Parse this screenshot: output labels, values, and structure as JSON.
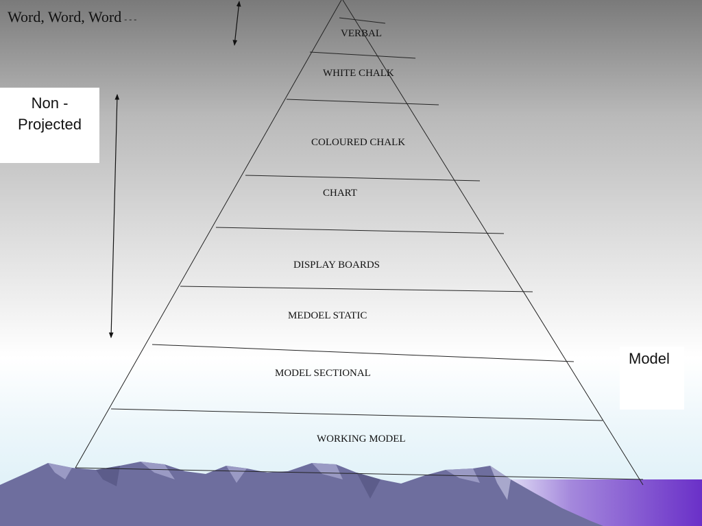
{
  "title": {
    "text": "Word, Word, Word",
    "suffix": "- - -"
  },
  "left_box": {
    "line1": "Non -",
    "line2": "Projected"
  },
  "right_box": {
    "label": "Model"
  },
  "pyramid": {
    "levels": [
      "VERBAL",
      "WHITE CHALK",
      "COLOURED CHALK",
      "CHART",
      "DISPLAY BOARDS",
      "MEDOEL STATIC",
      "MODEL SECTIONAL",
      "WORKING MODEL"
    ]
  },
  "colors": {
    "mountain": "#6e6e9e",
    "mountain_highlight": "#9a9ac4",
    "water": "#7040c8"
  }
}
